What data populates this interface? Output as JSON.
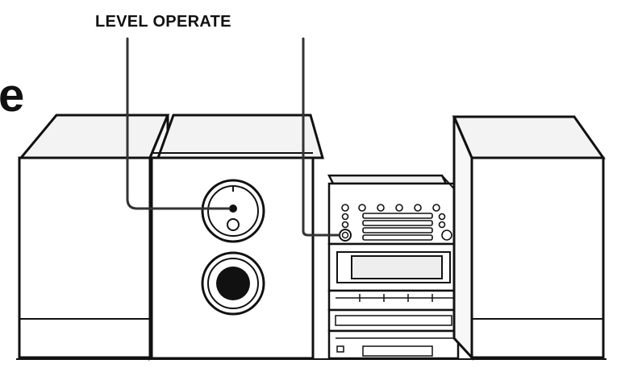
{
  "callouts": {
    "title": "LEVEL OPERATE"
  },
  "partial_heading": {
    "letter": "e"
  },
  "illustration": {
    "subject": "mini-component-stereo-system",
    "parts": [
      "left-speaker",
      "subwoofer-unit",
      "main-deck-unit",
      "right-speaker"
    ],
    "pointers": [
      "level-knob",
      "operate-button"
    ],
    "colors": {
      "line": "#111111",
      "fill": "#ffffff",
      "shade": "#eeeeee"
    }
  }
}
